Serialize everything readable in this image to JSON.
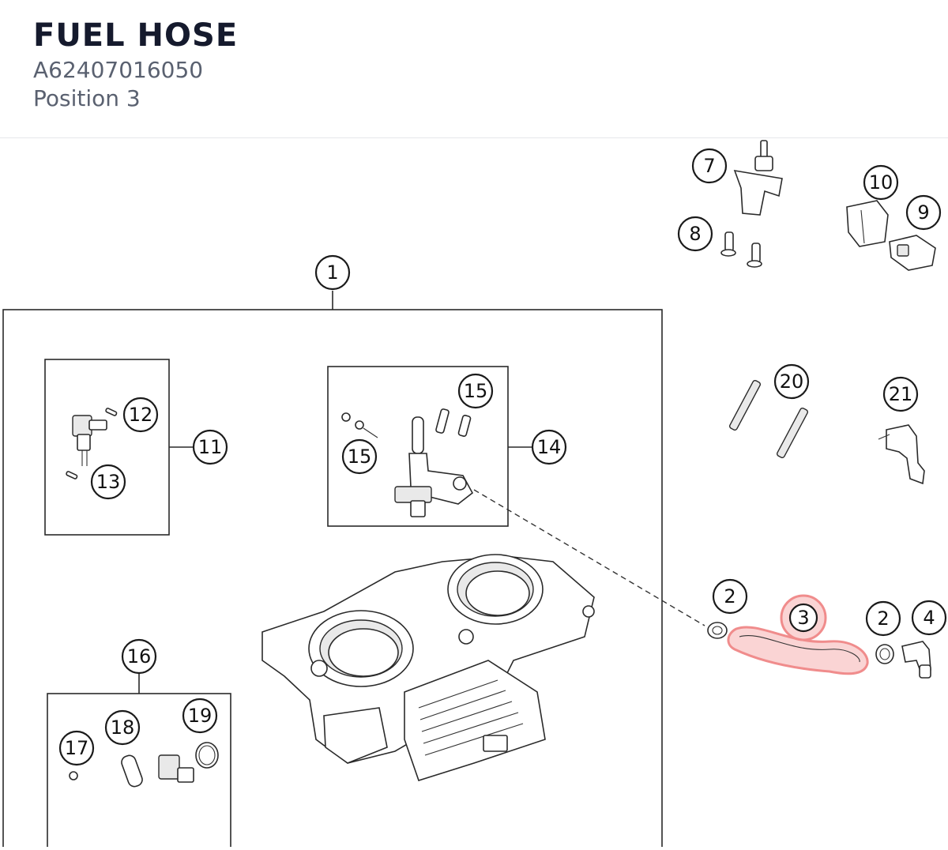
{
  "header": {
    "title": "FUEL HOSE",
    "part_number": "A62407016050",
    "position": "Position 3"
  },
  "diagram": {
    "highlight_color": "#f08c8c",
    "callouts": {
      "c1": "1",
      "c2a": "2",
      "c2b": "2",
      "c3": "3",
      "c4": "4",
      "c7": "7",
      "c8": "8",
      "c9": "9",
      "c10": "10",
      "c11": "11",
      "c12": "12",
      "c13": "13",
      "c14": "14",
      "c15a": "15",
      "c15b": "15",
      "c16": "16",
      "c17": "17",
      "c18": "18",
      "c19": "19",
      "c20": "20",
      "c21": "21"
    }
  }
}
